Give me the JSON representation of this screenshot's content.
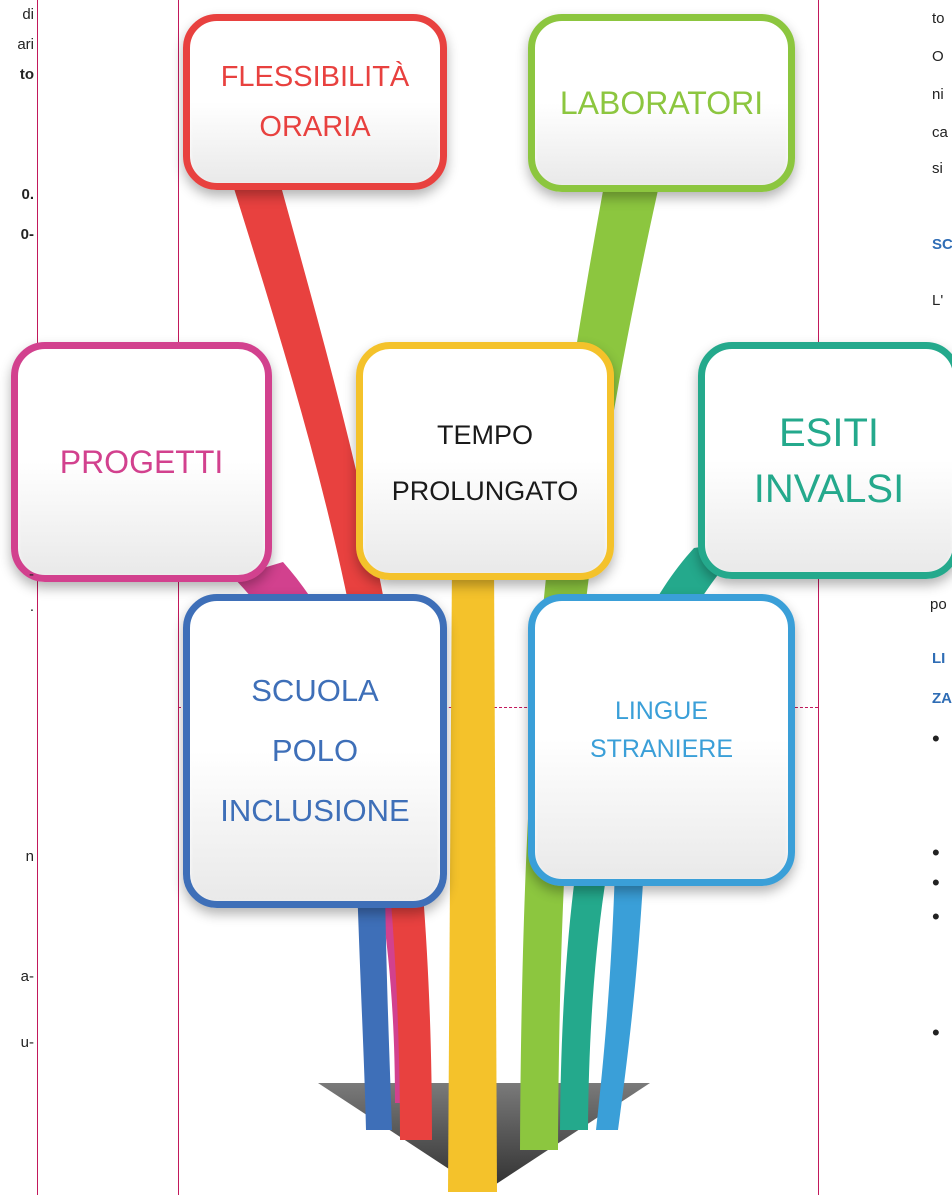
{
  "diagram": {
    "boxes": {
      "flessibilita": {
        "line1": "FLESSIBILITÀ",
        "line2": "ORARIA",
        "color": "#e8413f"
      },
      "laboratori": {
        "line1": "LABORATORI",
        "color": "#8cc63f"
      },
      "progetti": {
        "line1": "PROGETTI",
        "color": "#d2418e"
      },
      "tempo": {
        "line1": "TEMPO",
        "line2": "PROLUNGATO",
        "color": "#f4c22b"
      },
      "esiti": {
        "line1": "ESITI",
        "line2": "INVALSI",
        "color": "#24a98c"
      },
      "scuola": {
        "line1": "SCUOLA",
        "line2": "POLO",
        "line3": "INCLUSIONE",
        "color": "#3e6fb8"
      },
      "lingue": {
        "line1": "LINGUE",
        "line2": "STRANIERE",
        "color": "#3a9fd8"
      }
    },
    "arrow_color": "#545454"
  },
  "left_fragments": [
    {
      "text": "di"
    },
    {
      "text": "ari"
    },
    {
      "text": "to"
    },
    {
      "text": "0."
    },
    {
      "text": "0-"
    },
    {
      "text": "-"
    },
    {
      "text": "."
    },
    {
      "text": "n"
    },
    {
      "text": "a-"
    },
    {
      "text": "u-"
    }
  ],
  "right_fragments": [
    {
      "text": "to"
    },
    {
      "text": "O"
    },
    {
      "text": "ni"
    },
    {
      "text": "ca"
    },
    {
      "text": "si"
    },
    {
      "text": "SC"
    },
    {
      "text": "L'"
    },
    {
      "text": "po"
    },
    {
      "text": "LI"
    },
    {
      "text": "ZA"
    },
    {
      "text": "•"
    },
    {
      "text": "•"
    },
    {
      "text": "•"
    },
    {
      "text": "•"
    },
    {
      "text": "•"
    }
  ]
}
